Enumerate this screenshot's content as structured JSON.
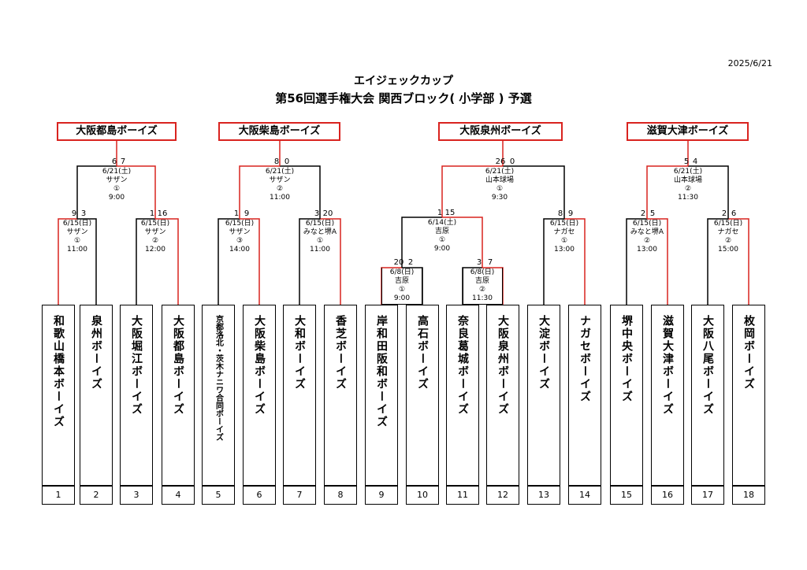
{
  "header": {
    "date": "2025/6/21",
    "title_line1": "エイジェックカップ",
    "title_line2": "第56回選手権大会 関西ブロック( 小学部 ) 予選"
  },
  "winners": [
    {
      "name": "大阪都島ボーイズ"
    },
    {
      "name": "大阪柴島ボーイズ"
    },
    {
      "name": "大阪泉州ボーイズ"
    },
    {
      "name": "滋賀大津ボーイズ"
    }
  ],
  "teams": [
    {
      "no": "1",
      "name": "和歌山橋本ボーイズ"
    },
    {
      "no": "2",
      "name": "泉州ボーイズ"
    },
    {
      "no": "3",
      "name": "大阪堀江ボーイズ"
    },
    {
      "no": "4",
      "name": "大阪都島ボーイズ"
    },
    {
      "no": "5",
      "name": "京都洛北・茨木ナニワ合同ボーイズ"
    },
    {
      "no": "6",
      "name": "大阪柴島ボーイズ"
    },
    {
      "no": "7",
      "name": "大和ボーイズ"
    },
    {
      "no": "8",
      "name": "香芝ボーイズ"
    },
    {
      "no": "9",
      "name": "岸和田阪和ボーイズ"
    },
    {
      "no": "10",
      "name": "高石ボーイズ"
    },
    {
      "no": "11",
      "name": "奈良葛城ボーイズ"
    },
    {
      "no": "12",
      "name": "大阪泉州ボーイズ"
    },
    {
      "no": "13",
      "name": "大淀ボーイズ"
    },
    {
      "no": "14",
      "name": "ナガセボーイズ"
    },
    {
      "no": "15",
      "name": "堺中央ボーイズ"
    },
    {
      "no": "16",
      "name": "滋賀大津ボーイズ"
    },
    {
      "no": "17",
      "name": "大阪八尾ボーイズ"
    },
    {
      "no": "18",
      "name": "枚岡ボーイズ"
    }
  ],
  "matches": {
    "m1": {
      "date": "6/15(日)",
      "venue": "サザン",
      "game": "①",
      "time": "11:00",
      "score_left": "9",
      "score_right": "3"
    },
    "m2": {
      "date": "6/15(日)",
      "venue": "サザン",
      "game": "②",
      "time": "12:00",
      "score_left": "1",
      "score_right": "16"
    },
    "m3": {
      "date": "6/15(日)",
      "venue": "サザン",
      "game": "③",
      "time": "14:00",
      "score_left": "1",
      "score_right": "9"
    },
    "m4": {
      "date": "6/15(日)",
      "venue": "みなと堺A",
      "game": "①",
      "time": "11:00",
      "score_left": "3",
      "score_right": "20"
    },
    "m5": {
      "date": "6/8(日)",
      "venue": "吉原",
      "game": "①",
      "time": "9:00",
      "score_left": "20",
      "score_right": "2"
    },
    "m6": {
      "date": "6/8(日)",
      "venue": "吉原",
      "game": "②",
      "time": "11:30",
      "score_left": "3",
      "score_right": "7"
    },
    "m7": {
      "date": "6/14(土)",
      "venue": "吉原",
      "game": "①",
      "time": "9:00",
      "score_left": "1",
      "score_right": "15"
    },
    "m8": {
      "date": "6/15(日)",
      "venue": "ナガセ",
      "game": "①",
      "time": "13:00",
      "score_left": "8",
      "score_right": "9"
    },
    "m9": {
      "date": "6/15(日)",
      "venue": "みなと堺A",
      "game": "②",
      "time": "13:00",
      "score_left": "2",
      "score_right": "5"
    },
    "m10": {
      "date": "6/15(日)",
      "venue": "ナガセ",
      "game": "②",
      "time": "15:00",
      "score_left": "2",
      "score_right": "6"
    },
    "f1": {
      "date": "6/21(土)",
      "venue": "サザン",
      "game": "①",
      "time": "9:00",
      "score_left": "6",
      "score_right": "7"
    },
    "f2": {
      "date": "6/21(土)",
      "venue": "サザン",
      "game": "②",
      "time": "11:00",
      "score_left": "8",
      "score_right": "0"
    },
    "f3": {
      "date": "6/21(土)",
      "venue": "山本球場",
      "game": "①",
      "time": "9:30",
      "score_left": "26",
      "score_right": "0"
    },
    "f4": {
      "date": "6/21(土)",
      "venue": "山本球場",
      "game": "②",
      "time": "11:30",
      "score_left": "5",
      "score_right": "4"
    }
  },
  "colors": {
    "win_line": "#d9231f",
    "line": "#000000"
  }
}
